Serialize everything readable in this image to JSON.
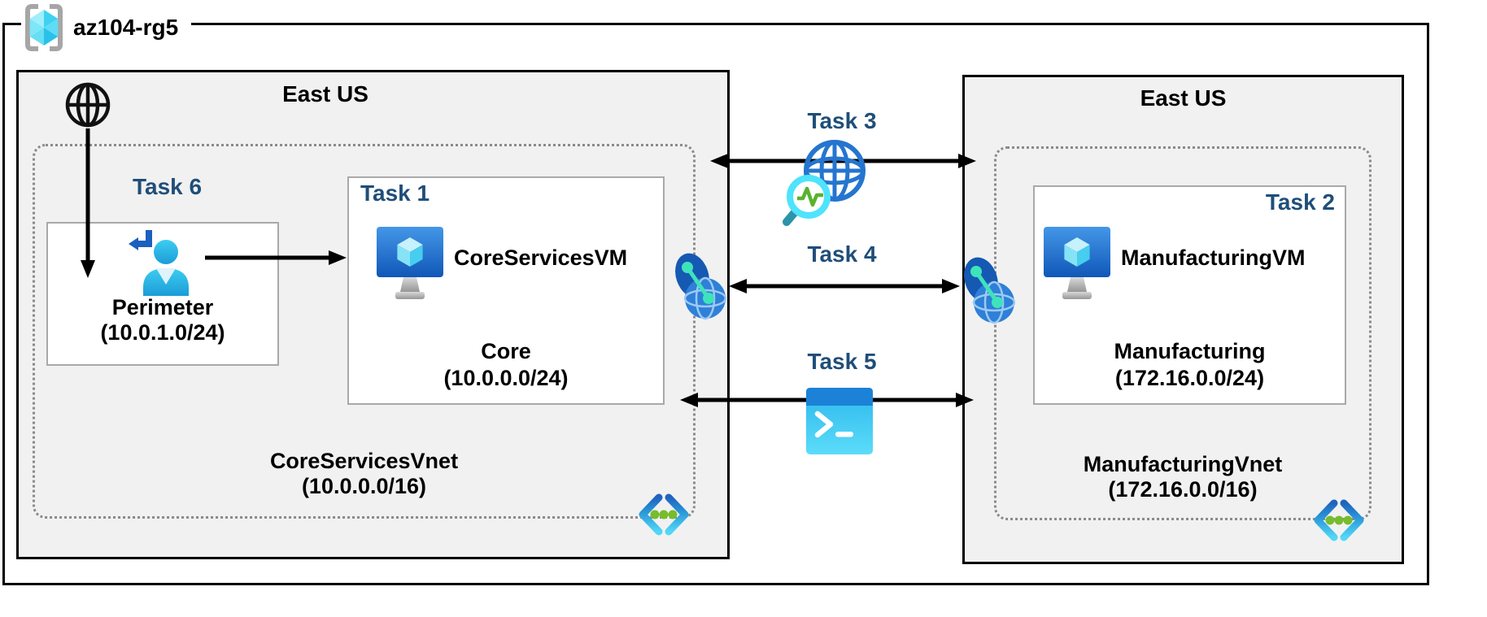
{
  "resource_group": {
    "label": "az104-rg5",
    "icon": "resource-group-icon"
  },
  "regions": {
    "left": {
      "title": "East US",
      "internet_icon": "internet-globe-icon",
      "vnet": {
        "name": "CoreServicesVnet",
        "cidr": "(10.0.0.0/16)",
        "icon": "virtual-network-icon"
      },
      "perimeter": {
        "task": "Task 6",
        "name": "Perimeter",
        "cidr": "(10.0.1.0/24)",
        "icon": "guest-user-icon"
      },
      "core": {
        "task": "Task 1",
        "vm_name": "CoreServicesVM",
        "vm_icon": "virtual-machine-icon",
        "name": "Core",
        "cidr": "(10.0.0.0/24)"
      },
      "peering_icon": "vnet-peering-icon"
    },
    "right": {
      "title": "East US",
      "vnet": {
        "name": "ManufacturingVnet",
        "cidr": "(172.16.0.0/16)",
        "icon": "virtual-network-icon"
      },
      "manufacturing": {
        "task": "Task 2",
        "vm_name": "ManufacturingVM",
        "vm_icon": "virtual-machine-icon",
        "name": "Manufacturing",
        "cidr": "(172.16.0.0/24)"
      },
      "peering_icon": "vnet-peering-icon"
    }
  },
  "connections": {
    "task3": {
      "label": "Task 3",
      "icon": "network-watcher-icon"
    },
    "task4": {
      "label": "Task 4",
      "icon": "vnet-peering-icon"
    },
    "task5": {
      "label": "Task 5",
      "icon": "cloud-shell-icon"
    }
  },
  "colors": {
    "task_label": "#1f4e79",
    "region_fill": "#f1f1f1",
    "region_border": "#000000",
    "box_border": "#a9a9a9",
    "dashed_border": "#8a8a8a",
    "arrow": "#000000",
    "azure_blue": "#2e80d8",
    "cube_cyan": "#50e6ff",
    "vnet_green_dot": "#76bc2d",
    "peering_teal": "#3fe3bb"
  }
}
